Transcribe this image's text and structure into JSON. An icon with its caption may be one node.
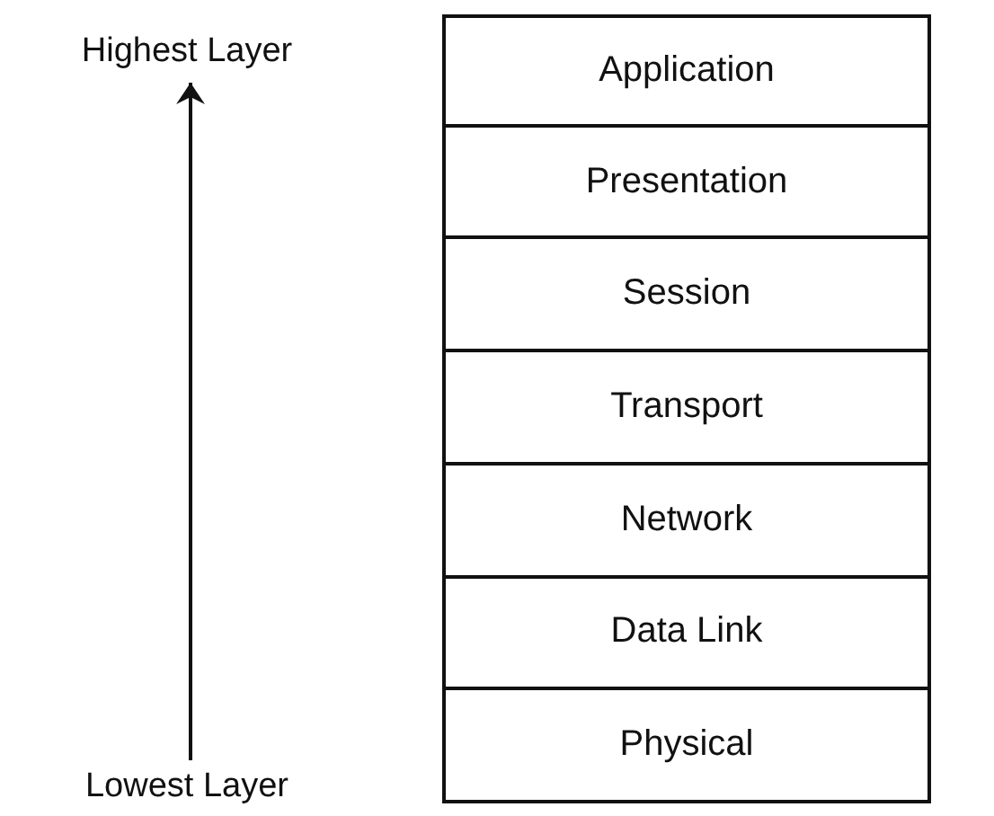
{
  "diagram": {
    "nodes": [
      {
        "text": [
          "Highest Layer"
        ]
      },
      {
        "text": [
          "Application"
        ]
      },
      {
        "text": [
          "Presentation"
        ]
      },
      {
        "text": [
          "Session"
        ]
      },
      {
        "text": [
          "Transport"
        ]
      },
      {
        "text": [
          "Network"
        ]
      },
      {
        "text": [
          "Data Link"
        ]
      },
      {
        "text": [
          "Physical"
        ]
      },
      {
        "text": [
          "Lowest Layer"
        ]
      }
    ],
    "edges": [
      {
        "from": 8,
        "to": 0,
        "arrow": "to"
      }
    ]
  }
}
